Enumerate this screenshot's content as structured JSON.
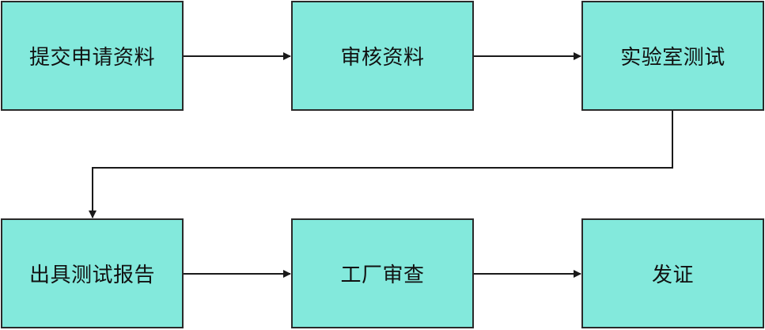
{
  "diagram": {
    "colors": {
      "node_fill": "#83E9DC",
      "node_border": "#2a2a2a",
      "edge": "#1a1a1a"
    },
    "nodes": [
      {
        "id": "n1",
        "label": "提交申请资料"
      },
      {
        "id": "n2",
        "label": "审核资料"
      },
      {
        "id": "n3",
        "label": "实验室测试"
      },
      {
        "id": "n4",
        "label": "出具测试报告"
      },
      {
        "id": "n5",
        "label": "工厂审查"
      },
      {
        "id": "n6",
        "label": "发证"
      }
    ],
    "edges": [
      {
        "from": "n1",
        "to": "n2"
      },
      {
        "from": "n2",
        "to": "n3"
      },
      {
        "from": "n3",
        "to": "n4"
      },
      {
        "from": "n4",
        "to": "n5"
      },
      {
        "from": "n5",
        "to": "n6"
      }
    ]
  }
}
